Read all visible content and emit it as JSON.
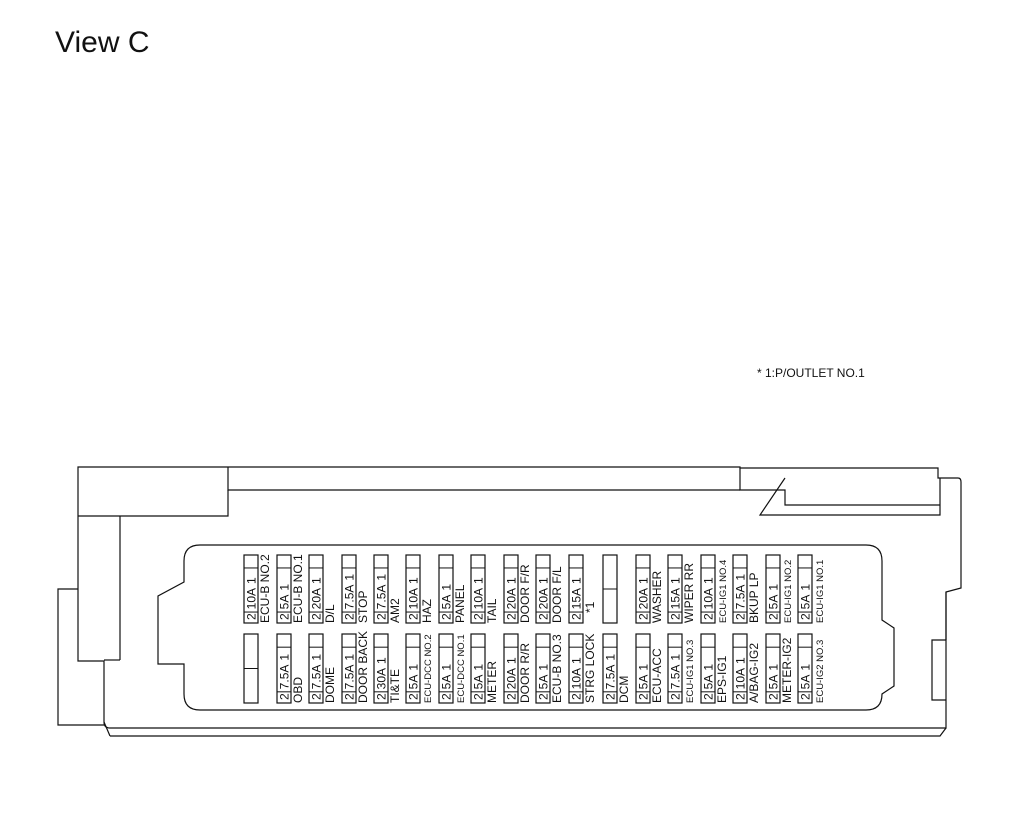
{
  "title": "View C",
  "footnote": "* 1:P/OUTLET NO.1",
  "top_row": [
    {
      "pin_left": "2",
      "rating": "10A",
      "pin_right": "1",
      "name": "ECU-B NO.2"
    },
    {
      "pin_left": "2",
      "rating": "5A",
      "pin_right": "1",
      "name": "ECU-B NO.1"
    },
    {
      "pin_left": "2",
      "rating": "20A",
      "pin_right": "1",
      "name": "D/L"
    },
    {
      "pin_left": "2",
      "rating": "7.5A",
      "pin_right": "1",
      "name": "STOP"
    },
    {
      "pin_left": "2",
      "rating": "7.5A",
      "pin_right": "1",
      "name": "AM2"
    },
    {
      "pin_left": "2",
      "rating": "10A",
      "pin_right": "1",
      "name": "HAZ"
    },
    {
      "pin_left": "2",
      "rating": "5A",
      "pin_right": "1",
      "name": "PANEL"
    },
    {
      "pin_left": "2",
      "rating": "10A",
      "pin_right": "1",
      "name": "TAIL"
    },
    {
      "pin_left": "2",
      "rating": "20A",
      "pin_right": "1",
      "name": "DOOR F/R"
    },
    {
      "pin_left": "2",
      "rating": "20A",
      "pin_right": "1",
      "name": "DOOR F/L"
    },
    {
      "pin_left": "2",
      "rating": "15A",
      "pin_right": "1",
      "name": "*1"
    },
    {
      "empty": true
    },
    {
      "pin_left": "2",
      "rating": "20A",
      "pin_right": "1",
      "name": "WASHER"
    },
    {
      "pin_left": "2",
      "rating": "15A",
      "pin_right": "1",
      "name": "WIPER RR"
    },
    {
      "pin_left": "2",
      "rating": "10A",
      "pin_right": "1",
      "name": "ECU-IG1 NO.4"
    },
    {
      "pin_left": "2",
      "rating": "7.5A",
      "pin_right": "1",
      "name": "BKUP LP"
    },
    {
      "pin_left": "2",
      "rating": "5A",
      "pin_right": "1",
      "name": "ECU-IG1 NO.2"
    },
    {
      "pin_left": "2",
      "rating": "5A",
      "pin_right": "1",
      "name": "ECU-IG1 NO.1"
    }
  ],
  "bottom_row": [
    {
      "empty": true
    },
    {
      "pin_left": "2",
      "rating": "7.5A",
      "pin_right": "1",
      "name": "OBD"
    },
    {
      "pin_left": "2",
      "rating": "7.5A",
      "pin_right": "1",
      "name": "DOME"
    },
    {
      "pin_left": "2",
      "rating": "7.5A",
      "pin_right": "1",
      "name": "DOOR BACK"
    },
    {
      "pin_left": "2",
      "rating": "30A",
      "pin_right": "1",
      "name": "TI&TE"
    },
    {
      "pin_left": "2",
      "rating": "5A",
      "pin_right": "1",
      "name": "ECU-DCC NO.2"
    },
    {
      "pin_left": "2",
      "rating": "5A",
      "pin_right": "1",
      "name": "ECU-DCC NO.1"
    },
    {
      "pin_left": "2",
      "rating": "5A",
      "pin_right": "1",
      "name": "METER"
    },
    {
      "pin_left": "2",
      "rating": "20A",
      "pin_right": "1",
      "name": "DOOR R/R"
    },
    {
      "pin_left": "2",
      "rating": "5A",
      "pin_right": "1",
      "name": "ECU-B NO.3"
    },
    {
      "pin_left": "2",
      "rating": "10A",
      "pin_right": "1",
      "name": "STRG LOCK"
    },
    {
      "pin_left": "2",
      "rating": "7.5A",
      "pin_right": "1",
      "name": "DCM"
    },
    {
      "pin_left": "2",
      "rating": "5A",
      "pin_right": "1",
      "name": "ECU-ACC"
    },
    {
      "pin_left": "2",
      "rating": "7.5A",
      "pin_right": "1",
      "name": "ECU-IG1 NO.3"
    },
    {
      "pin_left": "2",
      "rating": "5A",
      "pin_right": "1",
      "name": "EPS-IG1"
    },
    {
      "pin_left": "2",
      "rating": "10A",
      "pin_right": "1",
      "name": "A/BAG-IG2"
    },
    {
      "pin_left": "2",
      "rating": "5A",
      "pin_right": "1",
      "name": "METER-IG2"
    },
    {
      "pin_left": "2",
      "rating": "5A",
      "pin_right": "1",
      "name": "ECU-IG2 NO.3"
    }
  ]
}
